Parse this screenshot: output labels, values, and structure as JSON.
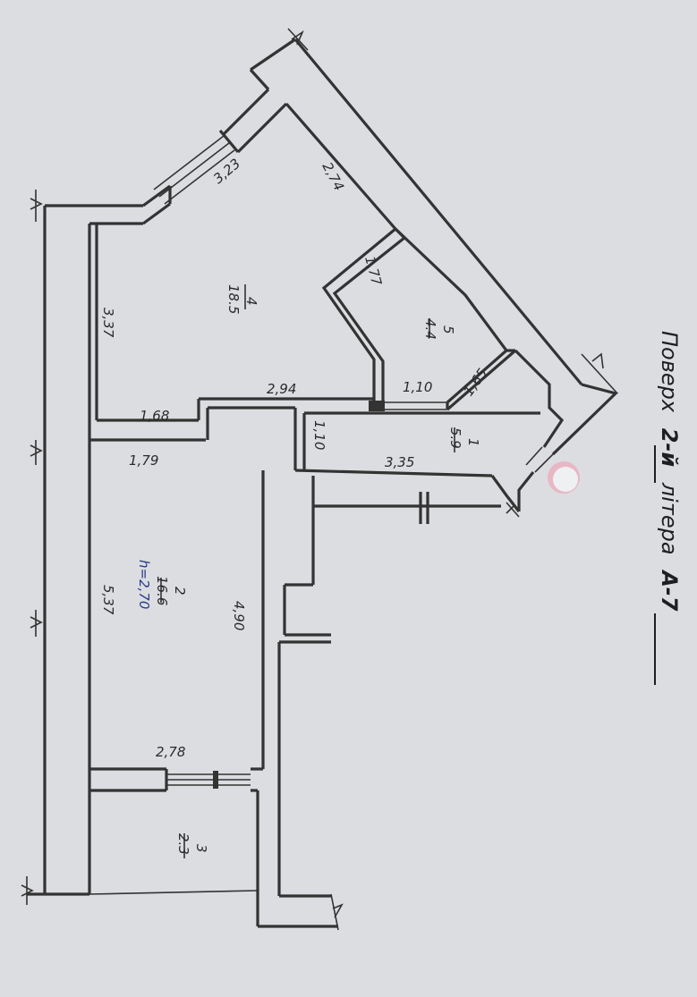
{
  "title": {
    "prefix": "Поверх",
    "floor": "2-й",
    "middle": "літера",
    "letter": "А-7"
  },
  "rooms": [
    {
      "number": "1",
      "area": "5.9"
    },
    {
      "number": "2",
      "area": "16.6",
      "height": "h=2,70"
    },
    {
      "number": "3",
      "area": "2.3"
    },
    {
      "number": "4",
      "area": "18.5"
    },
    {
      "number": "5",
      "area": "4.4"
    }
  ],
  "dimensions": {
    "d_274": "2,74",
    "d_323": "3,23",
    "d_337": "3,37",
    "d_177": "1,77",
    "d_294": "2,94",
    "d_110a": "1,10",
    "d_165": "1,65",
    "d_168": "1,68",
    "d_179": "1,79",
    "d_110b": "1,10",
    "d_335": "3,35",
    "d_490": "4,90",
    "d_537": "5,37",
    "d_278": "2,78"
  },
  "colors": {
    "paper": "#dcdde0",
    "ink": "#333333",
    "height_label": "#243b8c",
    "marker": "#e8b7c4"
  }
}
